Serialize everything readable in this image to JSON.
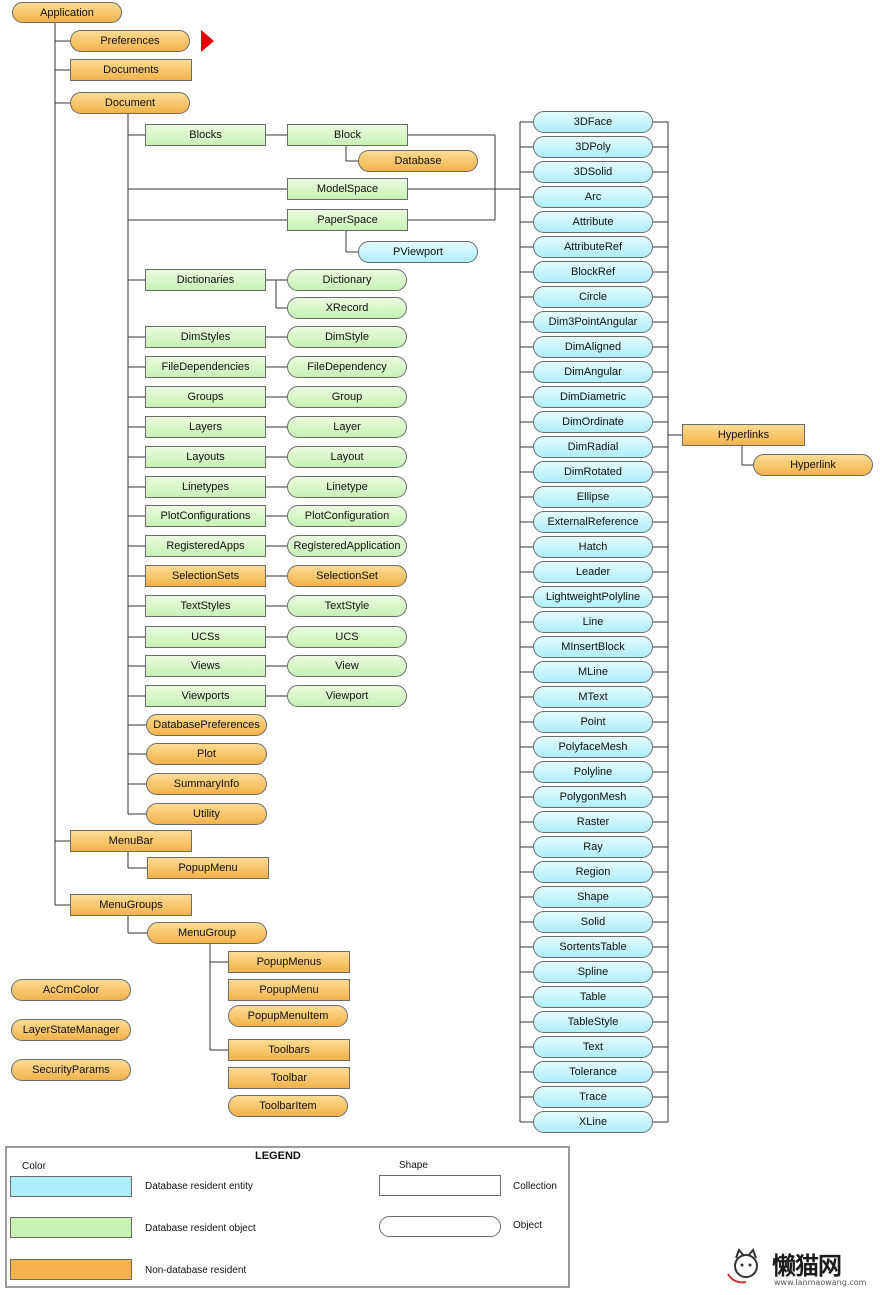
{
  "arrow_color": "#e00000",
  "nodes": [
    {
      "id": "application",
      "label": "Application",
      "kind": "object",
      "color": "orange"
    },
    {
      "id": "preferences",
      "label": "Preferences",
      "kind": "object",
      "color": "orange"
    },
    {
      "id": "documents",
      "label": "Documents",
      "kind": "collection",
      "color": "orange"
    },
    {
      "id": "document",
      "label": "Document",
      "kind": "object",
      "color": "orange"
    },
    {
      "id": "blocks",
      "label": "Blocks",
      "kind": "collection",
      "color": "green"
    },
    {
      "id": "block",
      "label": "Block",
      "kind": "collection",
      "color": "green"
    },
    {
      "id": "database",
      "label": "Database",
      "kind": "object",
      "color": "orange"
    },
    {
      "id": "modelspace",
      "label": "ModelSpace",
      "kind": "collection",
      "color": "green"
    },
    {
      "id": "paperspace",
      "label": "PaperSpace",
      "kind": "collection",
      "color": "green"
    },
    {
      "id": "pviewport",
      "label": "PViewport",
      "kind": "object",
      "color": "blue"
    },
    {
      "id": "dictionaries",
      "label": "Dictionaries",
      "kind": "collection",
      "color": "green"
    },
    {
      "id": "dictionary",
      "label": "Dictionary",
      "kind": "object",
      "color": "green"
    },
    {
      "id": "xrecord",
      "label": "XRecord",
      "kind": "object",
      "color": "green"
    },
    {
      "id": "dimstyles",
      "label": "DimStyles",
      "kind": "collection",
      "color": "green"
    },
    {
      "id": "dimstyle",
      "label": "DimStyle",
      "kind": "object",
      "color": "green"
    },
    {
      "id": "filedependencies",
      "label": "FileDependencies",
      "kind": "collection",
      "color": "green"
    },
    {
      "id": "filedependency",
      "label": "FileDependency",
      "kind": "object",
      "color": "green"
    },
    {
      "id": "groups",
      "label": "Groups",
      "kind": "collection",
      "color": "green"
    },
    {
      "id": "group",
      "label": "Group",
      "kind": "object",
      "color": "green"
    },
    {
      "id": "layers",
      "label": "Layers",
      "kind": "collection",
      "color": "green"
    },
    {
      "id": "layer",
      "label": "Layer",
      "kind": "object",
      "color": "green"
    },
    {
      "id": "layouts",
      "label": "Layouts",
      "kind": "collection",
      "color": "green"
    },
    {
      "id": "layout",
      "label": "Layout",
      "kind": "object",
      "color": "green"
    },
    {
      "id": "linetypes",
      "label": "Linetypes",
      "kind": "collection",
      "color": "green"
    },
    {
      "id": "linetype",
      "label": "Linetype",
      "kind": "object",
      "color": "green"
    },
    {
      "id": "plotconfigurations",
      "label": "PlotConfigurations",
      "kind": "collection",
      "color": "green"
    },
    {
      "id": "plotconfiguration",
      "label": "PlotConfiguration",
      "kind": "object",
      "color": "green"
    },
    {
      "id": "registeredapps",
      "label": "RegisteredApps",
      "kind": "collection",
      "color": "green"
    },
    {
      "id": "registeredapplication",
      "label": "RegisteredApplication",
      "kind": "object",
      "color": "green"
    },
    {
      "id": "selectionsets",
      "label": "SelectionSets",
      "kind": "collection",
      "color": "orange"
    },
    {
      "id": "selectionset",
      "label": "SelectionSet",
      "kind": "object",
      "color": "orange"
    },
    {
      "id": "textstyles",
      "label": "TextStyles",
      "kind": "collection",
      "color": "green"
    },
    {
      "id": "textstyle",
      "label": "TextStyle",
      "kind": "object",
      "color": "green"
    },
    {
      "id": "ucss",
      "label": "UCSs",
      "kind": "collection",
      "color": "green"
    },
    {
      "id": "ucs",
      "label": "UCS",
      "kind": "object",
      "color": "green"
    },
    {
      "id": "views",
      "label": "Views",
      "kind": "collection",
      "color": "green"
    },
    {
      "id": "view",
      "label": "View",
      "kind": "object",
      "color": "green"
    },
    {
      "id": "viewports",
      "label": "Viewports",
      "kind": "collection",
      "color": "green"
    },
    {
      "id": "viewport",
      "label": "Viewport",
      "kind": "object",
      "color": "green"
    },
    {
      "id": "databasepreferences",
      "label": "DatabasePreferences",
      "kind": "object",
      "color": "orange"
    },
    {
      "id": "plot",
      "label": "Plot",
      "kind": "object",
      "color": "orange"
    },
    {
      "id": "summaryinfo",
      "label": "SummaryInfo",
      "kind": "object",
      "color": "orange"
    },
    {
      "id": "utility",
      "label": "Utility",
      "kind": "object",
      "color": "orange"
    },
    {
      "id": "menubar",
      "label": "MenuBar",
      "kind": "collection",
      "color": "orange"
    },
    {
      "id": "popupmenu_a",
      "label": "PopupMenu",
      "kind": "collection",
      "color": "orange"
    },
    {
      "id": "menugroups",
      "label": "MenuGroups",
      "kind": "collection",
      "color": "orange"
    },
    {
      "id": "menugroup",
      "label": "MenuGroup",
      "kind": "object",
      "color": "orange"
    },
    {
      "id": "popupmenus",
      "label": "PopupMenus",
      "kind": "collection",
      "color": "orange"
    },
    {
      "id": "popupmenu_b",
      "label": "PopupMenu",
      "kind": "collection",
      "color": "orange"
    },
    {
      "id": "popupmenuitem",
      "label": "PopupMenuItem",
      "kind": "object",
      "color": "orange"
    },
    {
      "id": "toolbars",
      "label": "Toolbars",
      "kind": "collection",
      "color": "orange"
    },
    {
      "id": "toolbar",
      "label": "Toolbar",
      "kind": "collection",
      "color": "orange"
    },
    {
      "id": "toolbaritem",
      "label": "ToolbarItem",
      "kind": "object",
      "color": "orange"
    },
    {
      "id": "accmcolor",
      "label": "AcCmColor",
      "kind": "object",
      "color": "orange"
    },
    {
      "id": "layerstatemanager",
      "label": "LayerStateManager",
      "kind": "object",
      "color": "orange"
    },
    {
      "id": "securityparams",
      "label": "SecurityParams",
      "kind": "object",
      "color": "orange"
    },
    {
      "id": "hyperlinks",
      "label": "Hyperlinks",
      "kind": "collection",
      "color": "orange"
    },
    {
      "id": "hyperlink",
      "label": "Hyperlink",
      "kind": "object",
      "color": "orange"
    }
  ],
  "entities": [
    "3DFace",
    "3DPoly",
    "3DSolid",
    "Arc",
    "Attribute",
    "AttributeRef",
    "BlockRef",
    "Circle",
    "Dim3PointAngular",
    "DimAligned",
    "DimAngular",
    "DimDiametric",
    "DimOrdinate",
    "DimRadial",
    "DimRotated",
    "Ellipse",
    "ExternalReference",
    "Hatch",
    "Leader",
    "LightweightPolyline",
    "Line",
    "MInsertBlock",
    "MLine",
    "MText",
    "Point",
    "PolyfaceMesh",
    "Polyline",
    "PolygonMesh",
    "Raster",
    "Ray",
    "Region",
    "Shape",
    "Solid",
    "SortentsTable",
    "Spline",
    "Table",
    "TableStyle",
    "Text",
    "Tolerance",
    "Trace",
    "XLine"
  ],
  "legend": {
    "title": "LEGEND",
    "color_header": "Color",
    "shape_header": "Shape",
    "items": [
      {
        "label": "Database resident entity",
        "color": "#aeeefa"
      },
      {
        "label": "Database resident object",
        "color": "#c7f2b4"
      },
      {
        "label": "Non-database  resident",
        "color": "#f3b24b"
      }
    ],
    "shapes": [
      {
        "label": "Collection",
        "shape": "rectangle"
      },
      {
        "label": "Object",
        "shape": "rounded"
      }
    ]
  },
  "watermark": {
    "site": "www.lanmaowang.com",
    "name": "懒猫网"
  }
}
